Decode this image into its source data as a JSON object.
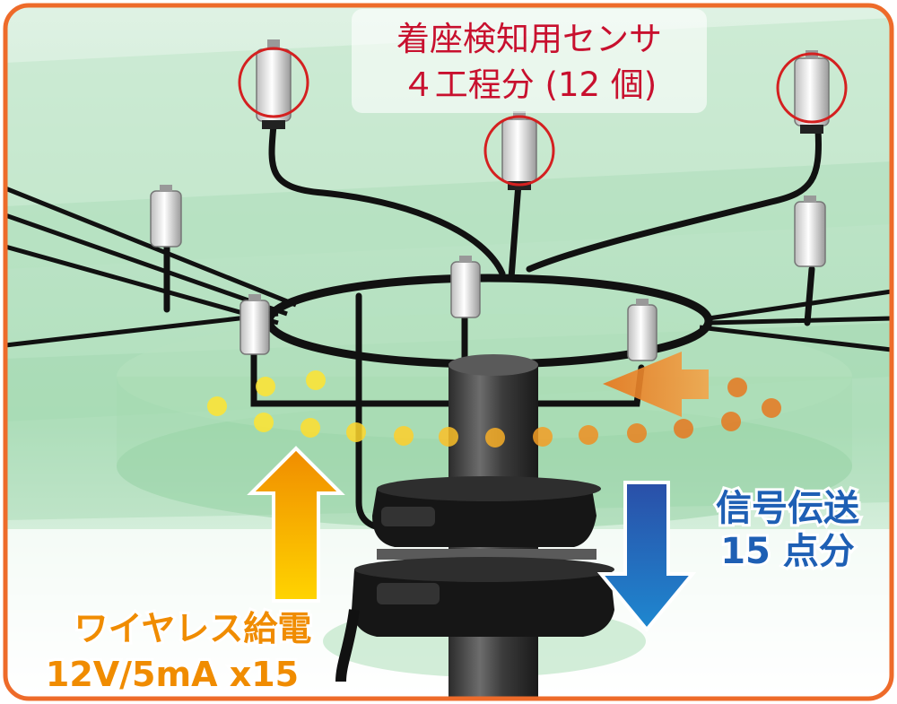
{
  "diagram": {
    "title_line1": "着座検知用センサ",
    "title_line2": "４工程分 (12 個)",
    "left_label_line1": "ワイヤレス給電",
    "left_label_line2": "12V/5mA x15",
    "right_label_line1": "信号伝送",
    "right_label_line2": "15 点分",
    "colors": {
      "frame": "#ee6b2a",
      "sensor_circle": "#d42020",
      "title_text": "#c8102e",
      "power_arrow_top": "#f08c00",
      "power_arrow_bottom": "#ffd400",
      "signal_arrow": "#1e5fb4",
      "signal_text": "#1e5fb4",
      "power_text": "#f08c00",
      "background_top": "#cfead6",
      "cable": "#111111"
    },
    "icons": [
      "sensor-icon",
      "wireless-power-arrow-icon",
      "signal-transmission-arrow-icon",
      "rotary-coupler-icon"
    ]
  }
}
